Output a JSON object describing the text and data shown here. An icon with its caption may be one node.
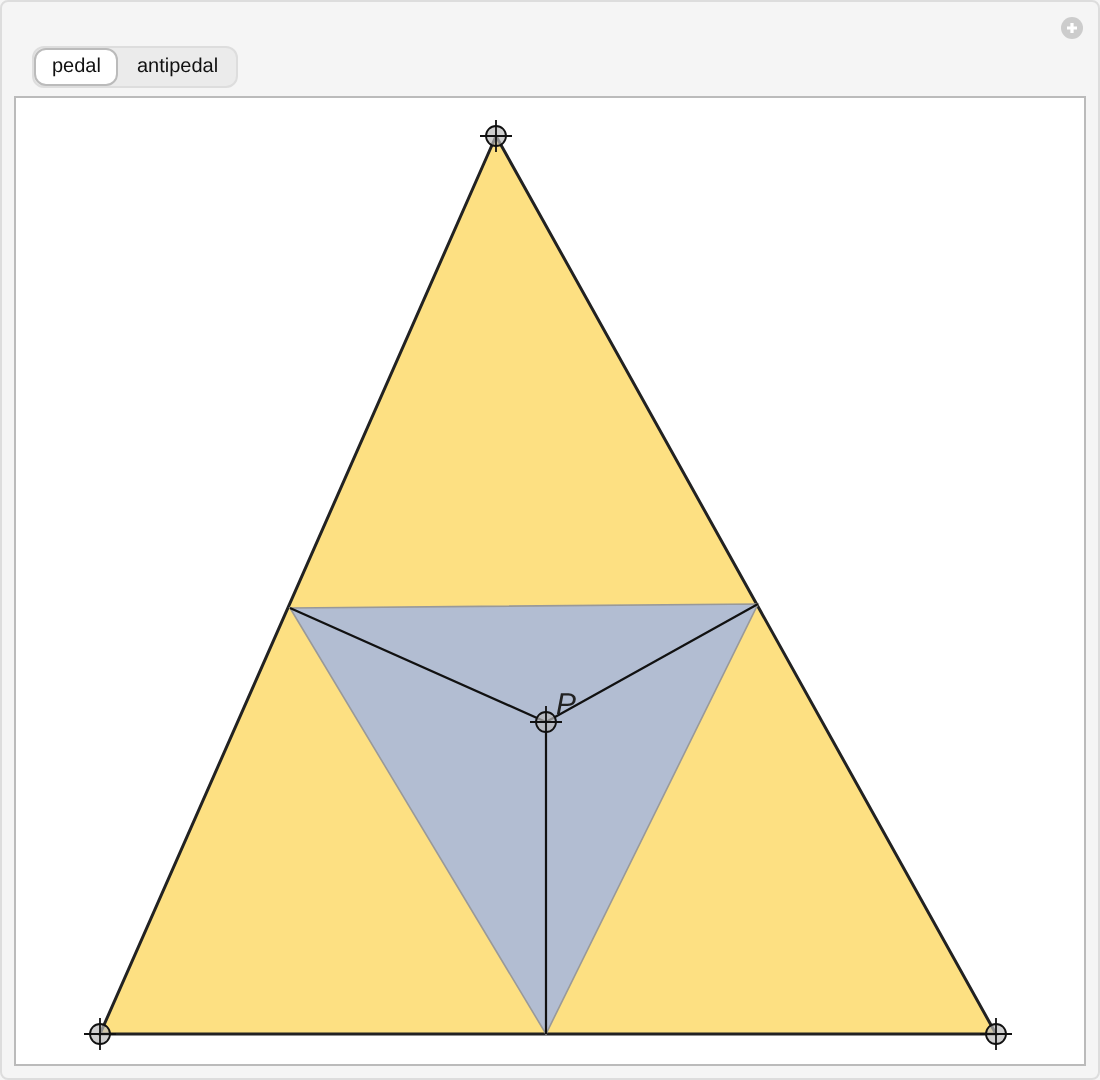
{
  "diagram": {
    "labels": [
      "pedal",
      "antipedal",
      "P"
    ]
  }
}
